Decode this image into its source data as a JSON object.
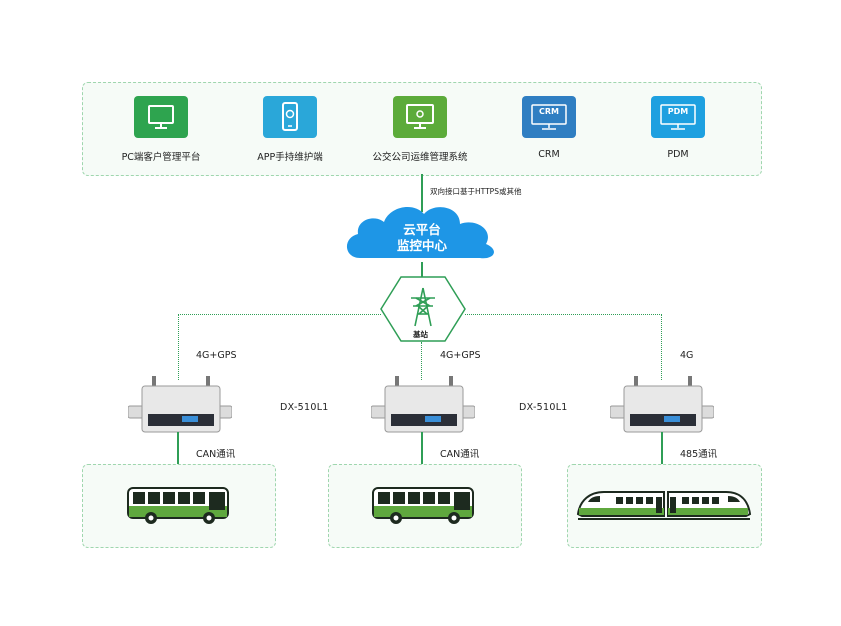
{
  "systems": [
    {
      "label": "PC端客户管理平台",
      "icon": "monitor-icon",
      "color": "#2ea44f"
    },
    {
      "label": "APP手持维护端",
      "icon": "phone-icon",
      "color": "#2aa7d9"
    },
    {
      "label": "公交公司运维管理系统",
      "icon": "monitor-gear-icon",
      "color": "#5cab3a"
    },
    {
      "label": "CRM",
      "icon": "crm-icon",
      "color": "#2f7ec2",
      "badge": "CRM"
    },
    {
      "label": "PDM",
      "icon": "pdm-icon",
      "color": "#1ea0e0",
      "badge": "PDM"
    }
  ],
  "interface_note": "双向接口基于HTTPS或其他",
  "cloud": {
    "line1": "云平台",
    "line2": "监控中心",
    "color": "#1e96e6"
  },
  "base_station": {
    "label": "基站"
  },
  "devices": [
    {
      "network": "4G+GPS",
      "model": "DX-510L1",
      "comm": "CAN通讯",
      "vehicle": "bus"
    },
    {
      "network": "4G+GPS",
      "model": "DX-510L1",
      "comm": "CAN通讯",
      "vehicle": "bus"
    },
    {
      "network": "4G",
      "model": "",
      "comm": "485通讯",
      "vehicle": "train"
    }
  ],
  "colors": {
    "green": "#2f9e56",
    "panel_border": "#9fd6ae"
  }
}
